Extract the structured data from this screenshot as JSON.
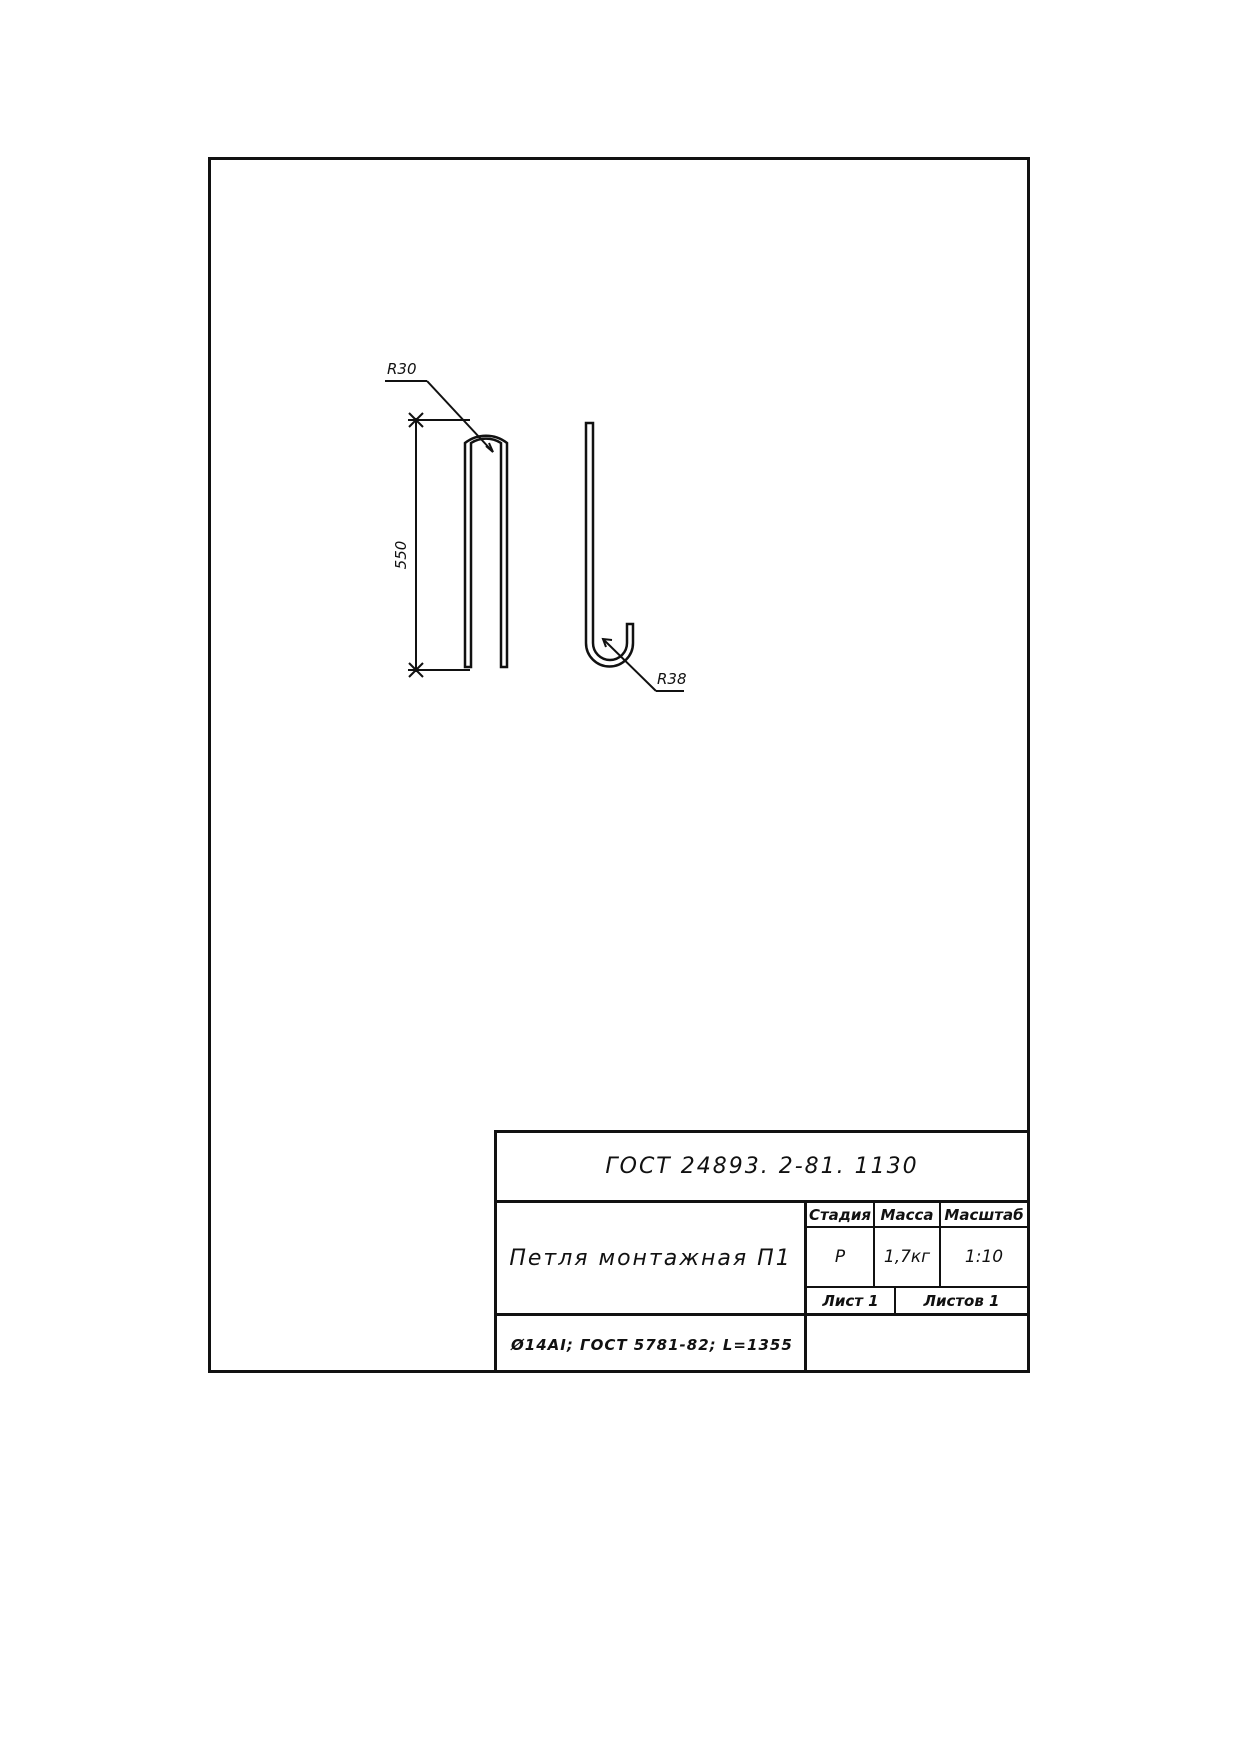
{
  "drawing": {
    "labels": {
      "radius_top": "R30",
      "radius_bottom": "R38",
      "height": "550"
    }
  },
  "title_block": {
    "document_code": "ГОСТ 24893. 2-81. 1130",
    "part_name": "Петля монтажная П1",
    "material": "Ø14AI; ГОСТ 5781-82; L=1355",
    "stage_label": "Стадия",
    "stage_value": "Р",
    "mass_label": "Масса",
    "mass_value": "1,7кг",
    "scale_label": "Масштаб",
    "scale_value": "1:10",
    "sheet": "Лист 1",
    "sheets": "Листов 1"
  }
}
